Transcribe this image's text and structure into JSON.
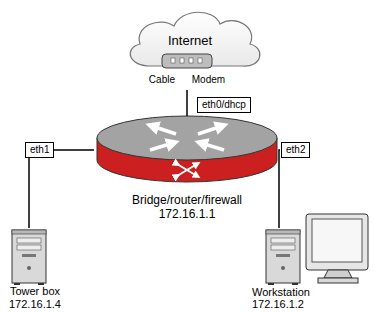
{
  "diagram": {
    "nodes": [
      {
        "text": [
          "Internet"
        ]
      },
      {
        "text": [
          "Cable Modem"
        ]
      },
      {
        "text": [
          "Bridge/router/firewall",
          "172.16.1.1"
        ]
      },
      {
        "text": [
          "Tower box",
          "172.16.1.4"
        ]
      },
      {
        "text": [
          "Workstation",
          "172.16.1.2"
        ]
      }
    ],
    "edges": [
      {
        "from": 1,
        "to": 2,
        "arrow": "none",
        "label": "eth0/dhcp"
      },
      {
        "from": 2,
        "to": 3,
        "arrow": "none",
        "label": "eth1"
      },
      {
        "from": 2,
        "to": 4,
        "arrow": "none",
        "label": "eth2"
      }
    ]
  }
}
